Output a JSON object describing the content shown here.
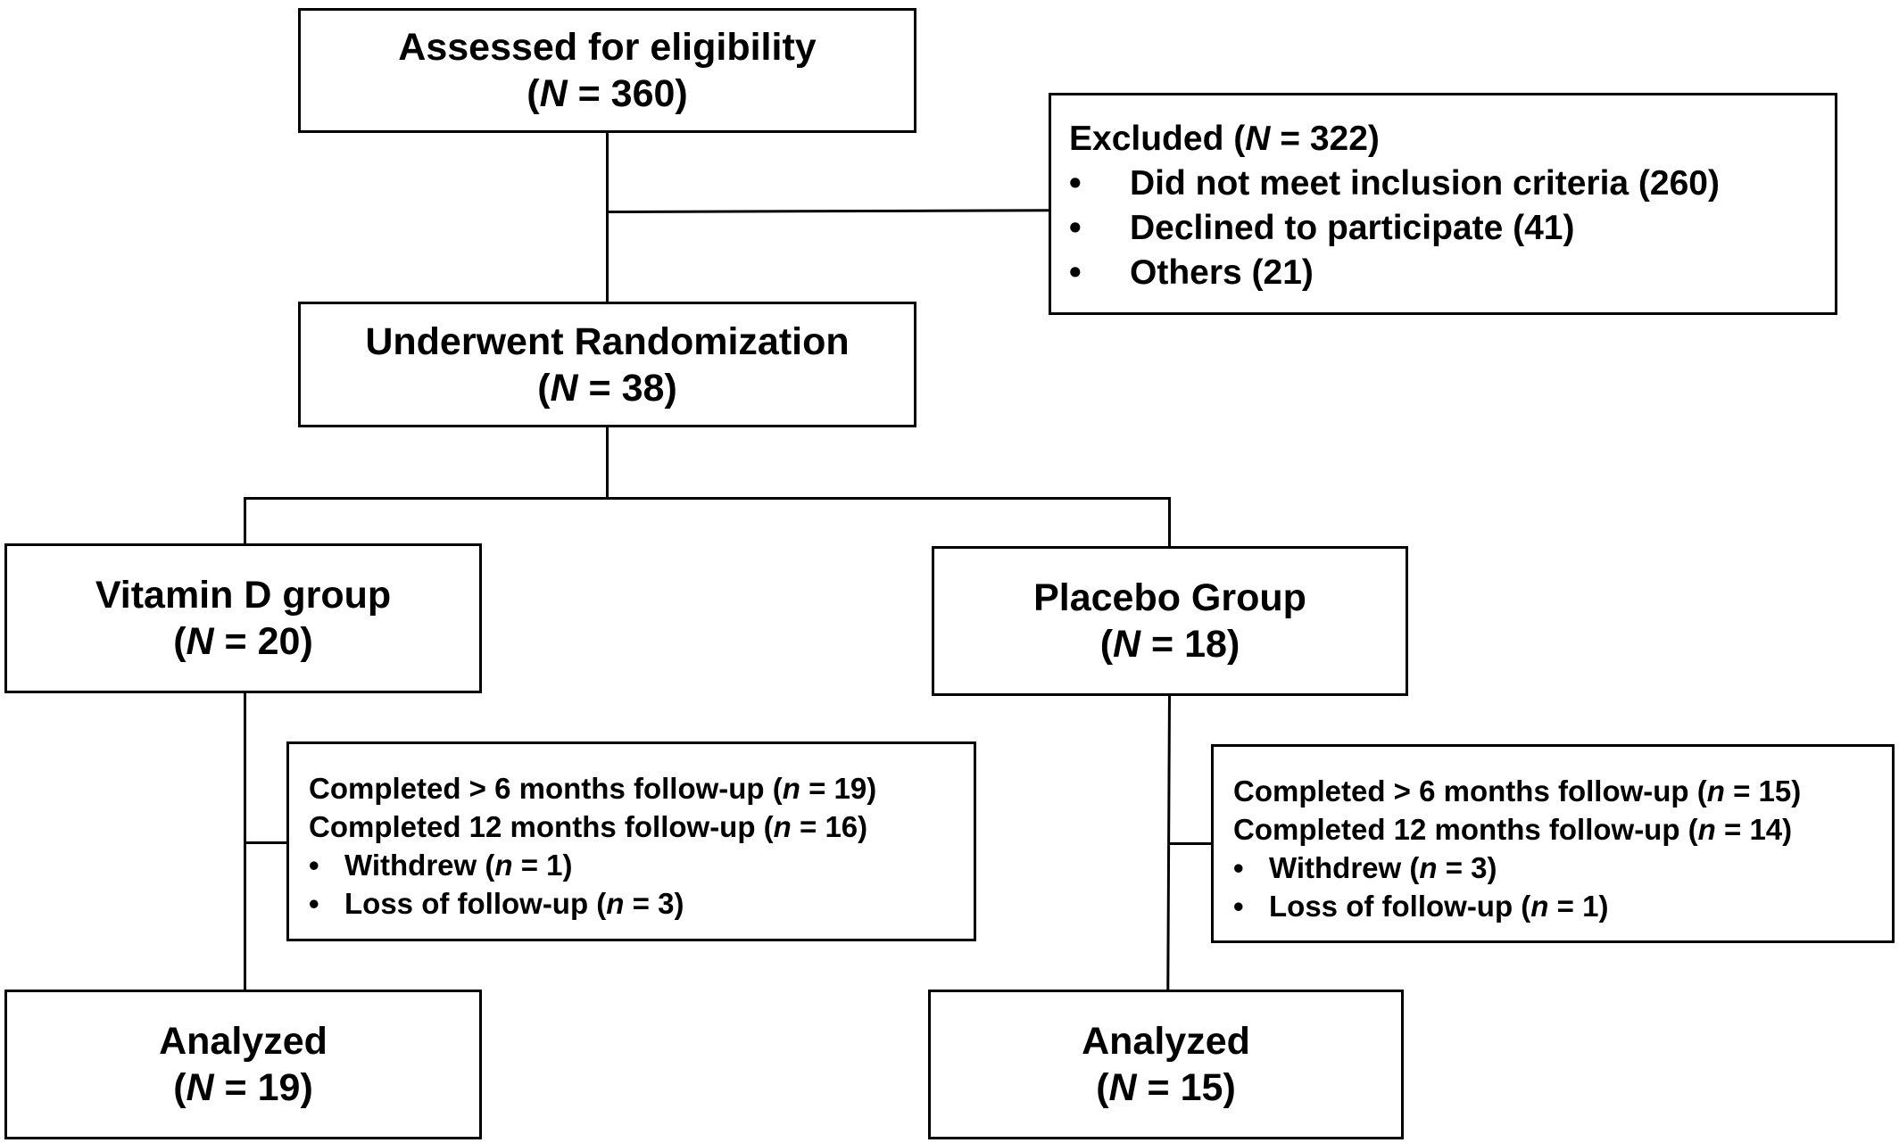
{
  "assessed": {
    "title": "Assessed for eligibility",
    "n_var": "N",
    "n_val": "360"
  },
  "excluded": {
    "title": "Excluded (",
    "n_var": "N",
    "n_val": "322",
    "bullet": "•",
    "items": [
      "Did not meet inclusion criteria (260)",
      "Declined to participate (41)",
      "Others (21)"
    ]
  },
  "randomization": {
    "title": "Underwent Randomization",
    "n_var": "N",
    "n_val": "38"
  },
  "vitd": {
    "title": "Vitamin D group",
    "n_var": "N",
    "n_val": "20",
    "followup": {
      "line1": "Completed > 6 months follow-up",
      "line1_val": "19",
      "line2": "Completed 12 months follow-up",
      "line2_val": "16",
      "withdrew": "Withdrew",
      "withdrew_val": "1",
      "loss": "Loss of follow-up",
      "loss_val": "3",
      "n_var": "n",
      "bullet": "•"
    },
    "analyzed": {
      "title": "Analyzed",
      "n_var": "N",
      "n_val": "19"
    }
  },
  "placebo": {
    "title": "Placebo Group",
    "n_var": "N",
    "n_val": "18",
    "followup": {
      "line1": "Completed > 6 months follow-up",
      "line1_val": "15",
      "line2": "Completed 12 months follow-up",
      "line2_val": "14",
      "withdrew": "Withdrew",
      "withdrew_val": "3",
      "loss": "Loss of follow-up",
      "loss_val": "1",
      "n_var": "n",
      "bullet": "•"
    },
    "analyzed": {
      "title": "Analyzed",
      "n_var": "N",
      "n_val": "15"
    }
  }
}
